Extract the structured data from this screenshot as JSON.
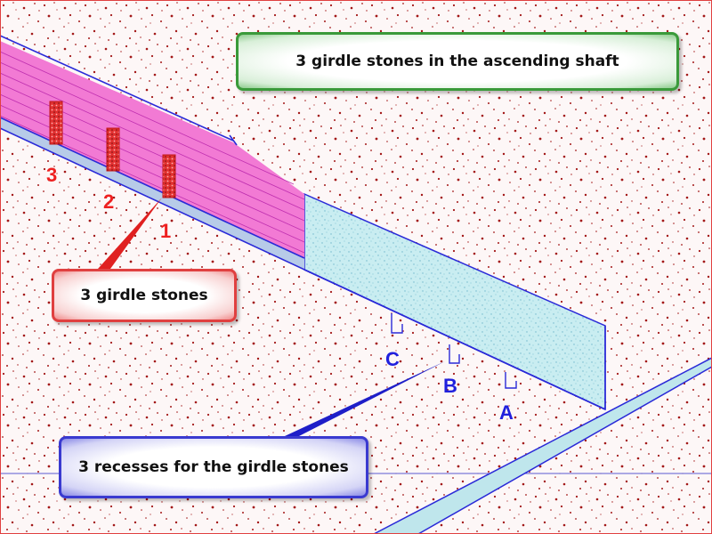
{
  "title": "3 girdle stones in the ascending shaft",
  "girdle_callout": "3 girdle stones",
  "recess_callout": "3 recesses for the girdle stones",
  "stone_numbers": [
    "1",
    "2",
    "3"
  ],
  "recess_letters": [
    "A",
    "B",
    "C"
  ],
  "colors": {
    "background": "#fdf7f7",
    "granite_speckle": "#a31818",
    "passage_fill": "#f060c8",
    "passage_lines": "#c030b0",
    "limestone_fill": "#bfe6ec",
    "outline_blue": "#2a2ad8",
    "number_red": "#ee2020",
    "letter_blue": "#2020dd",
    "title_border": "#3a9a3a",
    "girdle_border": "#e04040",
    "recess_border": "#3a3ad0"
  }
}
